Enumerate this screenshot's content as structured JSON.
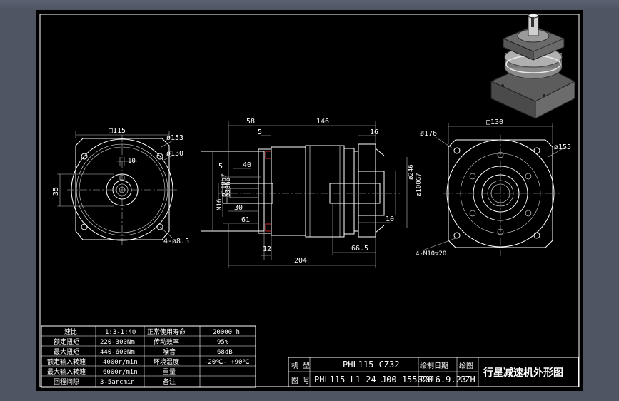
{
  "dims": {
    "front_left": {
      "square": "□115",
      "d153": "ø153",
      "d130": "ø130",
      "key": "10",
      "height": "35",
      "holes": "4-ø8.5"
    },
    "side": {
      "d58": "58",
      "d146": "146",
      "d5a": "5",
      "d16": "16",
      "d5b": "5",
      "d40": "40",
      "dia_left": "ø110h7",
      "key_dia": "ø38h6",
      "m16": "M16",
      "d30": "30",
      "d61": "61",
      "d12": "12",
      "d204": "204",
      "d66": "66.5",
      "d10": "10",
      "dia_246": "ø246",
      "dia_100": "ø100G7"
    },
    "front_right": {
      "d176": "ø176",
      "square": "□130",
      "d155": "ø155",
      "holes": "4-M10▽20"
    }
  },
  "spec_table": {
    "left_labels": [
      "速比",
      "额定扭矩",
      "最大扭矩",
      "额定输入转速",
      "最大输入转速",
      "回程间隙"
    ],
    "left_values": [
      "1:3-1:40",
      "220-300Nm",
      "440-600Nm",
      "4000r/min",
      "6000r/min",
      "3-5arcmin"
    ],
    "right_labels": [
      "正常使用寿命",
      "传动效率",
      "噪音",
      "环境温度",
      "重量",
      "备注"
    ],
    "right_values": [
      "20000 h",
      "95%",
      "68dB",
      "-20℃- +90℃",
      "",
      ""
    ]
  },
  "title_block": {
    "r1_label": "机 型",
    "r1_value": "PHL115 CZ32",
    "r1_label2": "绘制日期",
    "r1_label3": "绘图",
    "r2_label": "图 号",
    "r2_value": "PHL115-L1 24-J00-155020",
    "r2_date": "2016.9.23",
    "r2_author": "CZH",
    "drawing_title": "行星减速机外形图"
  }
}
